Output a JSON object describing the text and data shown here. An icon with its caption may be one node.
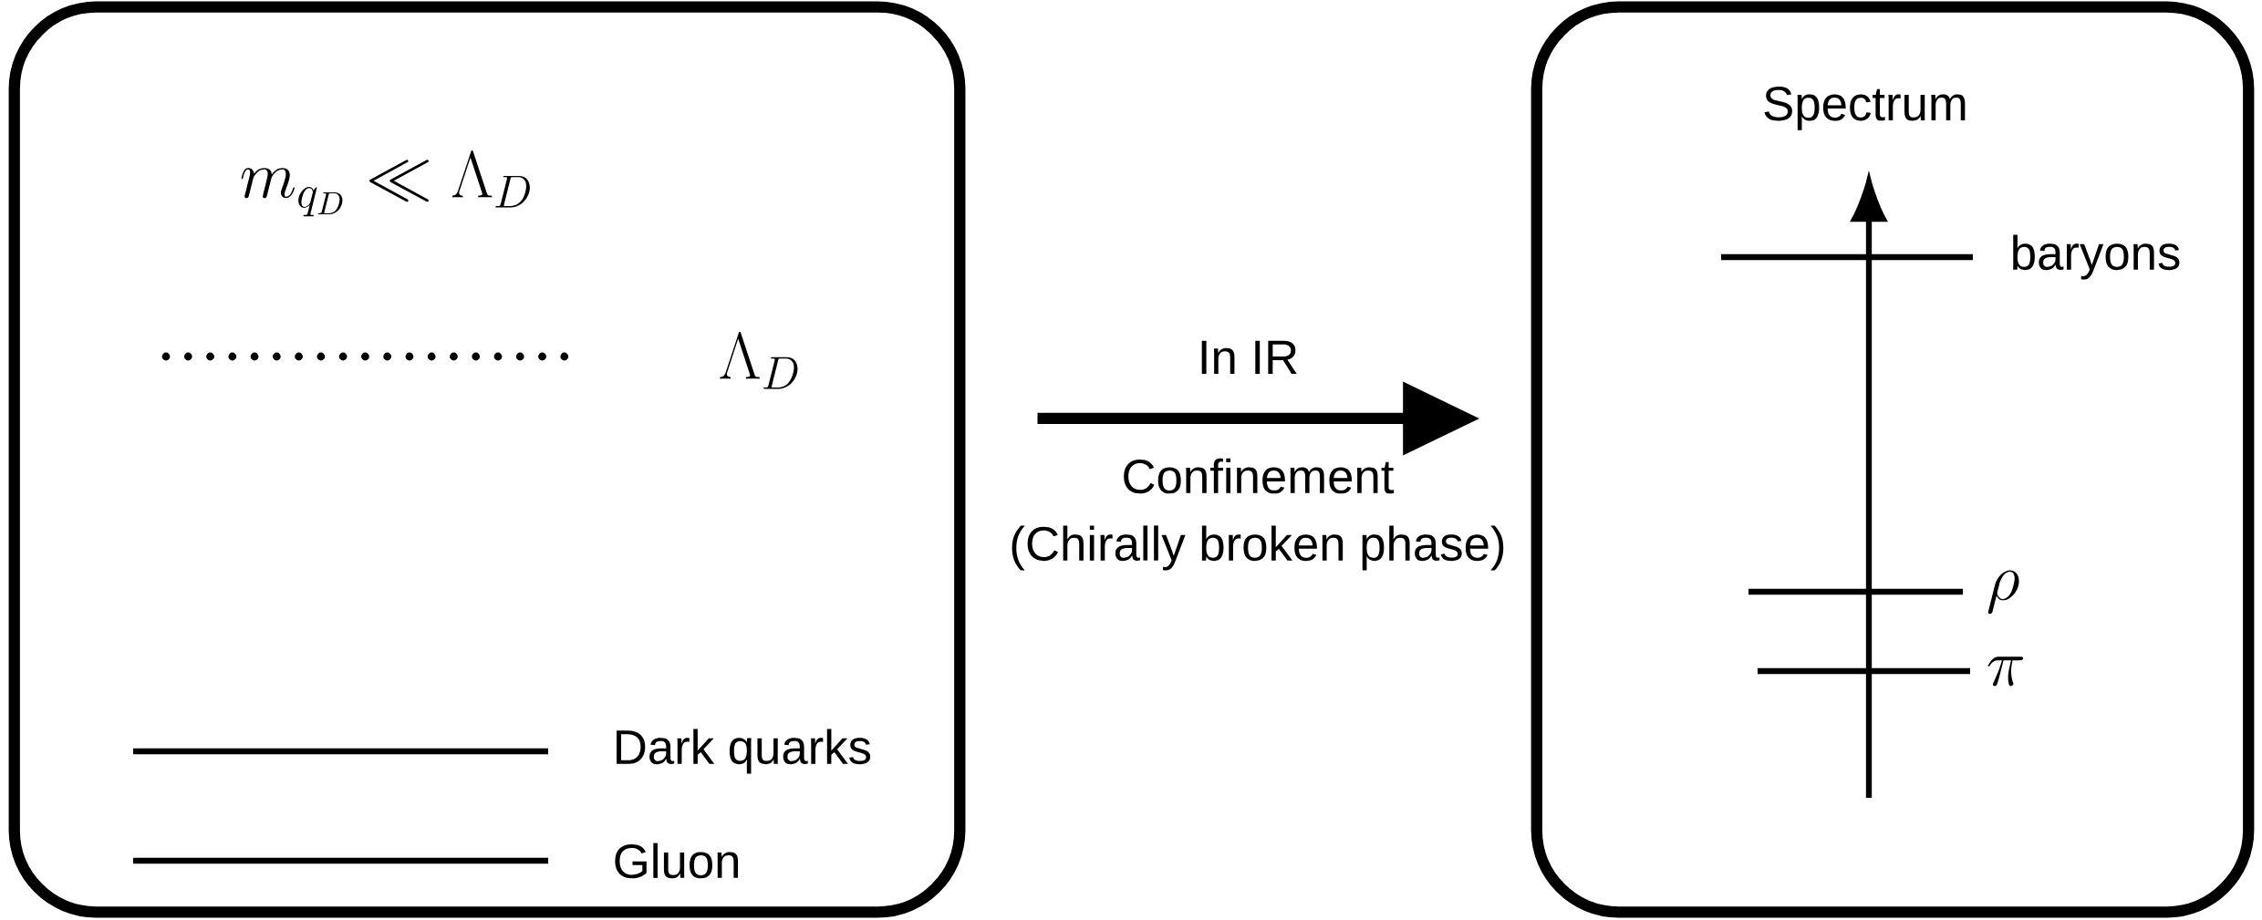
{
  "diagram": {
    "nodes": [
      {
        "text": [
          "m_{q_D} \\ll \\Lambda_D",
          "\\Lambda_D",
          "Dark quarks",
          "Gluon"
        ]
      },
      {
        "text": [
          "Spectrum",
          "baryons",
          "\\rho",
          "\\pi"
        ]
      }
    ],
    "edges": [
      {
        "from": 0,
        "to": 1,
        "arrow": "to",
        "label": "In IR"
      }
    ],
    "labels": [
      "Confinement",
      "(Chirally broken phase)"
    ]
  }
}
